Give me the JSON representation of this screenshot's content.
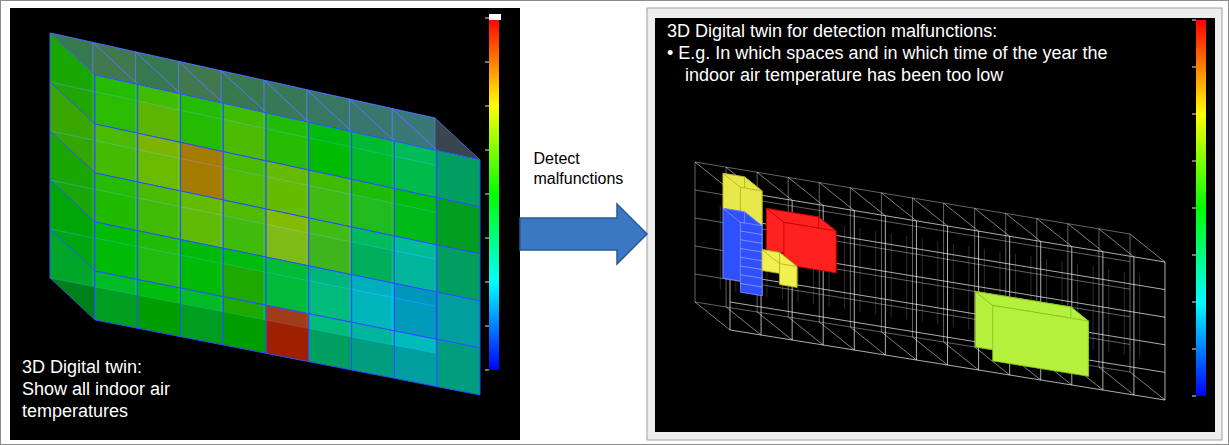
{
  "diagram": {
    "nodes": [
      {
        "text": [
          "3D Digital twin: Show all indoor air temperatures"
        ]
      },
      {
        "text": [
          "3D Digital twin for detection malfunctions:",
          "• E.g. In which spaces and in which time of the year the indoor air temperature has been too low"
        ]
      }
    ],
    "edges": [
      {
        "from": 0,
        "to": 1,
        "label": "Detect malfunctions",
        "arrow": "to"
      }
    ]
  }
}
